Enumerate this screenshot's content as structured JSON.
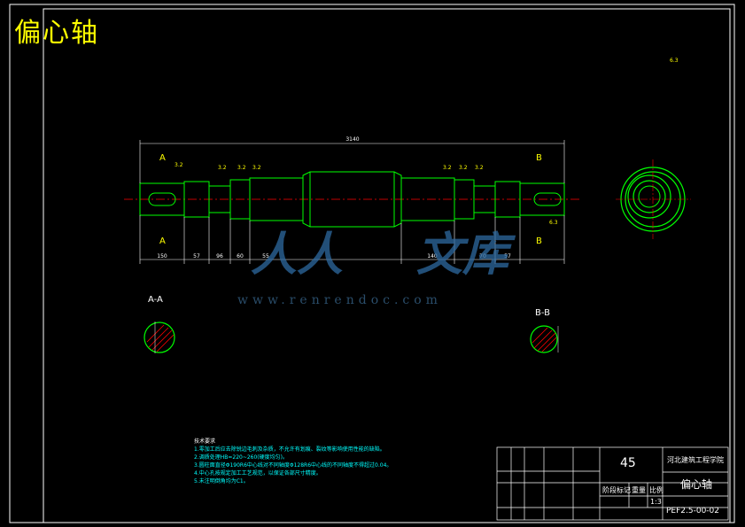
{
  "page": {
    "title": "偏心轴"
  },
  "views": {
    "section_a_label": "A-A",
    "section_b_label": "B-B",
    "cut_a": "A",
    "cut_b": "B"
  },
  "dimensions": {
    "overall_length": "3140",
    "bottom_chain": [
      "150",
      "57",
      "96",
      "60",
      "55",
      "140",
      "70",
      "57"
    ],
    "roughness": [
      "3.2",
      "3.2",
      "3.2",
      "3.2",
      "3.2",
      "3.2",
      "3.2",
      "6.3"
    ],
    "general_roughness": "6.3"
  },
  "watermark": {
    "text": "www.renrendoc.com",
    "logo_left": "人人",
    "logo_right": "文库"
  },
  "technical_notes": {
    "heading": "技术要求",
    "items": [
      "1.零加工后应去除锐边毛刺及杂质，不允许有划痕、裂纹等影响使用性能的缺陷。",
      "2.调质处理HB=220~260(硬度均匀)。",
      "3.圆柱面直径Φ190R6中心线对不同轴度Φ128R6中心线的不同轴度不得超过0.04。",
      "4.中心孔按规定加工工艺规范，以保证各部尺寸精度。",
      "5.未注明倒角均为C1。"
    ]
  },
  "title_block": {
    "material": "45",
    "part_name": "偏心轴",
    "school": "河北建筑工程学院",
    "drawing_number": "PEF2.5-00-02",
    "scale": "1:3",
    "stage_label": "阶段标记",
    "weight_label": "重量",
    "scale_label": "比例"
  },
  "colors": {
    "background": "#000000",
    "outline": "#ffffff",
    "geometry": "#00ff00",
    "dimension": "#ffff00",
    "centerline": "#ff0000",
    "text_cyan": "#00ffff",
    "hatch": "#ff0000"
  }
}
